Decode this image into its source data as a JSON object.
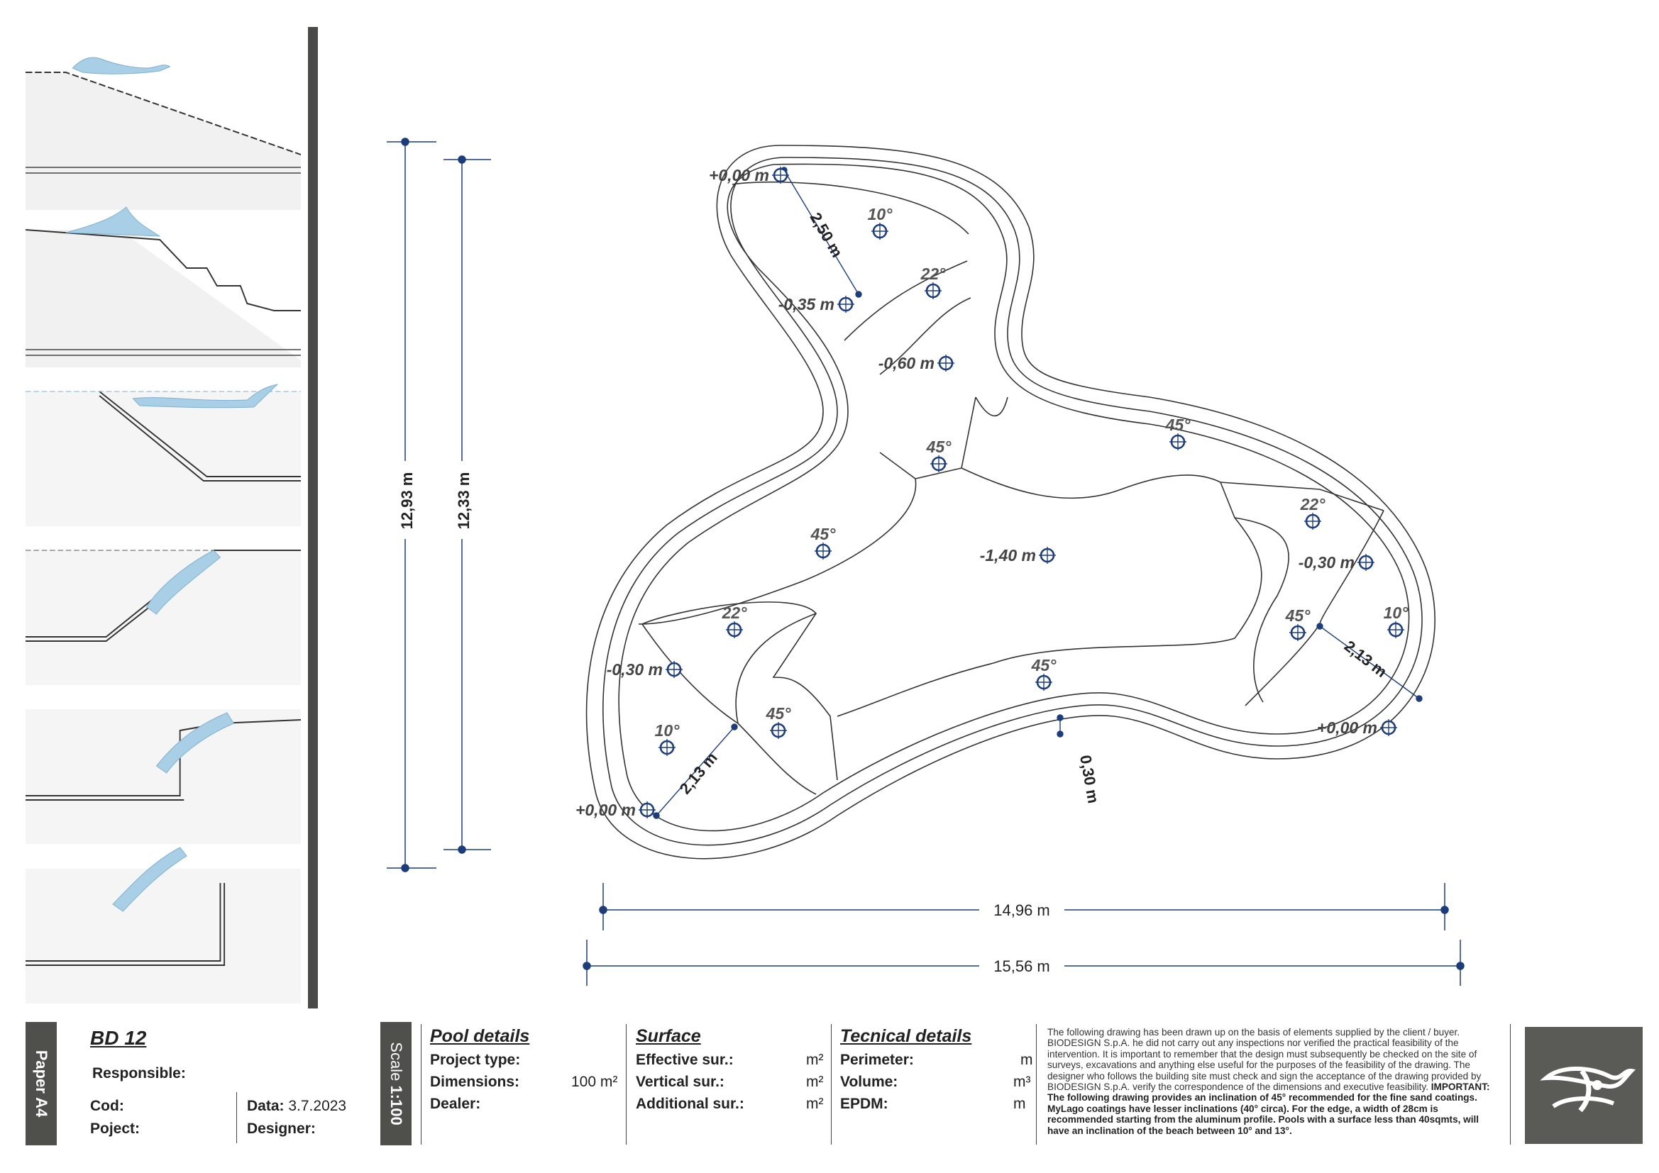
{
  "plan": {
    "dim_height_outer": "12,93 m",
    "dim_height_inner": "12,33 m",
    "dim_width_inner": "14,96 m",
    "dim_width_outer": "15,56 m",
    "dim_edge": "0,30 m",
    "dim_beach_top": "2,50 m",
    "dim_beach_left": "2,13 m",
    "dim_beach_right": "2,13 m",
    "depths": [
      "+0,00 m",
      "-0,35 m",
      "-0,60 m",
      "-1,40 m",
      "-0,30 m",
      "+0,00 m",
      "-0,30 m",
      "+0,00 m"
    ],
    "angles": [
      "10°",
      "22°",
      "45°",
      "45°",
      "45°",
      "22°",
      "10°",
      "45°",
      "45°",
      "22°",
      "45°",
      "10°"
    ]
  },
  "sections": [
    "beach-profile",
    "steps-profile",
    "slope-profile-1",
    "slope-profile-2",
    "bench-profile",
    "vertical-wall-profile"
  ],
  "title_block": {
    "paper": "Paper A4",
    "name": "BD 12",
    "responsible_label": "Responsible:",
    "cod_label": "Cod:",
    "project_label": "Poject:",
    "data_label": "Data:",
    "data_value": "3.7.2023",
    "designer_label": "Designer:",
    "scale_label": "Scale",
    "scale_value": "1:100",
    "pool": {
      "heading": "Pool details",
      "project_type": "Project type:",
      "dimensions": "Dimensions:",
      "dimensions_value": "100 m²",
      "dealer": "Dealer:"
    },
    "surface": {
      "heading": "Surface",
      "effective": "Effective sur.:",
      "effective_unit": "m²",
      "vertical": "Vertical sur.:",
      "vertical_unit": "m²",
      "additional": "Additional sur.:",
      "additional_unit": "m²"
    },
    "technical": {
      "heading": "Tecnical details",
      "perimeter": "Perimeter:",
      "perimeter_unit": "m",
      "volume": "Volume:",
      "volume_unit": "m³",
      "epdm": "EPDM:",
      "epdm_unit": "m"
    },
    "note_regular": "The following drawing has been drawn up on the basis of elements supplied by the client / buyer. BIODESIGN S.p.A. he did not carry out any inspections nor verified the practical feasibility of the intervention. It is important to remember that the design must subsequently be checked on the site of surveys, excavations and anything else useful for the purposes of the feasibility of the drawing. The designer who follows the building site must check and sign the acceptance of the drawing provided by BIODESIGN S.p.A. verify the correspondence of the dimensions and executive feasibility.",
    "note_bold": "IMPORTANT: The following drawing provides an inclination of 45° recommended for the fine sand coatings. MyLago coatings have lesser inclinations (40° circa). For the edge, a width of 28cm is recommended starting from the aluminum profile. Pools with a surface less than 40sqmts, will have an inclination of the beach between 10° and 13°."
  }
}
